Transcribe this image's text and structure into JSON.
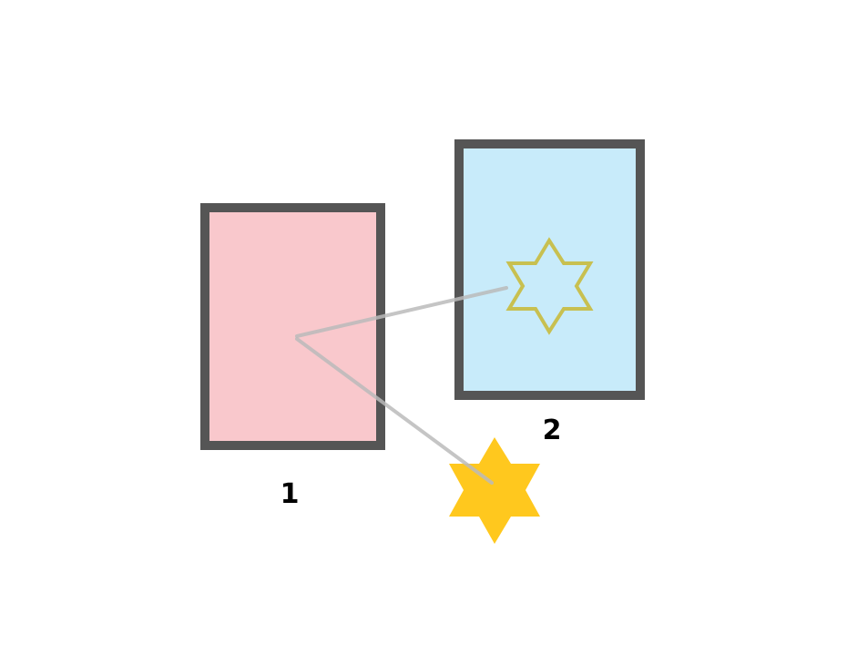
{
  "boxes": [
    {
      "id": "1",
      "label": "1",
      "fill": "#f9c8cc",
      "border": "#555555"
    },
    {
      "id": "2",
      "label": "2",
      "fill": "#c8ebfa",
      "border": "#555555"
    }
  ],
  "stars": [
    {
      "id": "outline-star-in-box-2",
      "shape": "six-pointed-star",
      "style": "outline",
      "color": "#c8c050"
    },
    {
      "id": "filled-star",
      "shape": "six-pointed-star",
      "style": "filled",
      "color": "#ffc81e"
    }
  ],
  "connectors": [
    {
      "from": "box-1-center",
      "to": "outline-star-in-box-2",
      "color": "#bbbbbb"
    },
    {
      "from": "box-1-center",
      "to": "filled-star",
      "color": "#bbbbbb"
    }
  ]
}
